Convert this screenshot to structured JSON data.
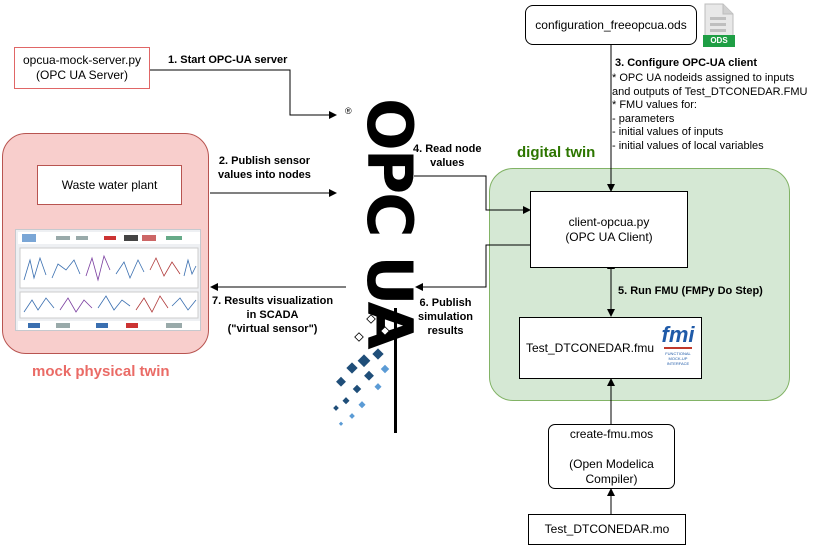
{
  "nodes": {
    "mock_server": "opcua-mock-server.py\n(OPC UA Server)",
    "config_file": "configuration_freeopcua.ods",
    "ods_badge": "ODS",
    "waste_water": "Waste water plant",
    "client": "client-opcua.py\n(OPC UA Client)",
    "fmu": "Test_DTCONEDAR.fmu",
    "fmi_logo": "fmi",
    "fmi_sub": "FUNCTIONAL\nMOCK-UP\nINTERFACE",
    "create_fmu": "create-fmu.mos\n\n(Open Modelica\nCompiler)",
    "model_file": "Test_DTCONEDAR.mo",
    "opcua_logo": "OPC UA",
    "registered_mark": "®"
  },
  "regions": {
    "physical": "mock physical twin",
    "digital": "digital twin"
  },
  "steps": {
    "s1": "1. Start OPC-UA server",
    "s2": "2. Publish sensor\nvalues into nodes",
    "s3": "3. Configure OPC-UA client",
    "s4": "4. Read node\nvalues",
    "s5": "5. Run FMU (FMPy Do Step)",
    "s6": "6. Publish\nsimulation\nresults",
    "s7": "7. Results visualization\nin SCADA\n(\"virtual sensor\")"
  },
  "config_notes": "* OPC UA nodeids assigned to inputs\nand outputs of Test_DTCONEDAR.FMU\n* FMU values for:\n  - parameters\n  - initial values of inputs\n  - initial values of local variables",
  "colors": {
    "physical_fill": "#f8cecc",
    "physical_stroke": "#b85450",
    "physical_title": "#ea6b66",
    "digital_fill": "#d5e8d4",
    "digital_stroke": "#82b366",
    "digital_title": "#2d7600",
    "ods_green": "#1e9e44"
  }
}
